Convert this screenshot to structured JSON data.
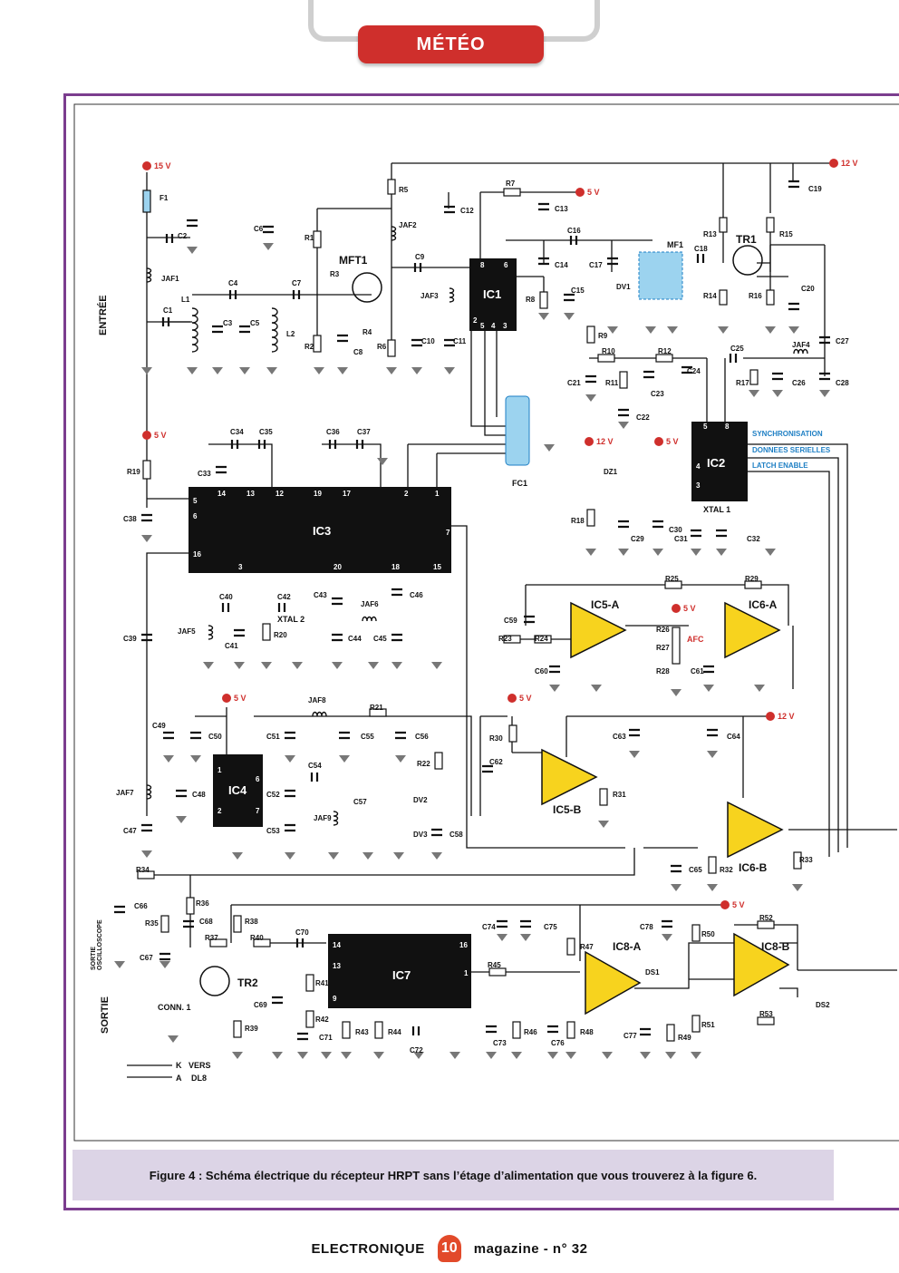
{
  "header": {
    "section": "MÉTÉO"
  },
  "caption": "Figure 4 : Schéma électrique du récepteur HRPT sans l’étage d’alimentation que vous trouverez à la figure 6.",
  "footer": {
    "publication": "ELECTRONIQUE",
    "page": "10",
    "issue": "magazine - n° 32"
  },
  "diagram": {
    "supplies": {
      "v15": "15 V",
      "v12": "12 V",
      "v5": "5 V"
    },
    "ics": {
      "ic1": "IC1",
      "ic2": "IC2",
      "ic3": "IC3",
      "ic4": "IC4",
      "ic7": "IC7",
      "ic5a": "IC5-A",
      "ic5b": "IC5-B",
      "ic6a": "IC6-A",
      "ic6b": "IC6-B",
      "ic8a": "IC8-A",
      "ic8b": "IC8-B"
    },
    "transistors": {
      "mft1": "MFT1",
      "tr1": "TR1",
      "tr2": "TR2"
    },
    "signals": {
      "sync": "SYNCHRONISATION",
      "data": "DONNEES SERIELLES",
      "latch": "LATCH ENABLE"
    },
    "io": {
      "entree": "ENTRÉE",
      "sortie": "SORTIE",
      "sortie_osc": "SORTIE OSCILLOSCOPE",
      "conn1": "CONN. 1",
      "vers": "VERS",
      "dl8": "DL8",
      "k": "K",
      "a": "A",
      "afc": "AFC",
      "mf1": "MF1",
      "fc1": "FC1",
      "xtal1": "XTAL 1",
      "xtal2": "XTAL 2"
    },
    "components": [
      "F1",
      "C1",
      "C2",
      "JAF1",
      "L1",
      "L2",
      "C3",
      "C4",
      "C5",
      "C6",
      "C7",
      "C8",
      "R1",
      "R2",
      "R3",
      "R4",
      "R5",
      "R6",
      "JAF2",
      "C9",
      "C10",
      "C11",
      "JAF3",
      "C12",
      "R7",
      "C13",
      "C14",
      "C15",
      "C16",
      "C17",
      "R8",
      "DV1",
      "R9",
      "R10",
      "R11",
      "R12",
      "C21",
      "C22",
      "C23",
      "C24",
      "C18",
      "R13",
      "R14",
      "R15",
      "R16",
      "C19",
      "C20",
      "C25",
      "JAF4",
      "R17",
      "C26",
      "C27",
      "C28",
      "DZ1",
      "R18",
      "C29",
      "C30",
      "C31",
      "C32",
      "R19",
      "C38",
      "C33",
      "C34",
      "C35",
      "C36",
      "C37",
      "C39",
      "C40",
      "C41",
      "C42",
      "R20",
      "C43",
      "C44",
      "JAF5",
      "JAF6",
      "C45",
      "C46",
      "C47",
      "C48",
      "C49",
      "C50",
      "JAF7",
      "JAF8",
      "R21",
      "C51",
      "C55",
      "C56",
      "R22",
      "C52",
      "C53",
      "C54",
      "JAF9",
      "C57",
      "DV2",
      "DV3",
      "C58",
      "C59",
      "R23",
      "R24",
      "C60",
      "R25",
      "R26",
      "R27",
      "R28",
      "R29",
      "C61",
      "R30",
      "C62",
      "R31",
      "C63",
      "C64",
      "C65",
      "R32",
      "R33",
      "R34",
      "R35",
      "C66",
      "C67",
      "R36",
      "C68",
      "R37",
      "R38",
      "R39",
      "R40",
      "C69",
      "C70",
      "R41",
      "R42",
      "C71",
      "R43",
      "R44",
      "C72",
      "C73",
      "R45",
      "R46",
      "C74",
      "C75",
      "C76",
      "R47",
      "R48",
      "C77",
      "C78",
      "DS1",
      "R49",
      "R50",
      "R51",
      "R52",
      "R53",
      "DS2"
    ]
  }
}
